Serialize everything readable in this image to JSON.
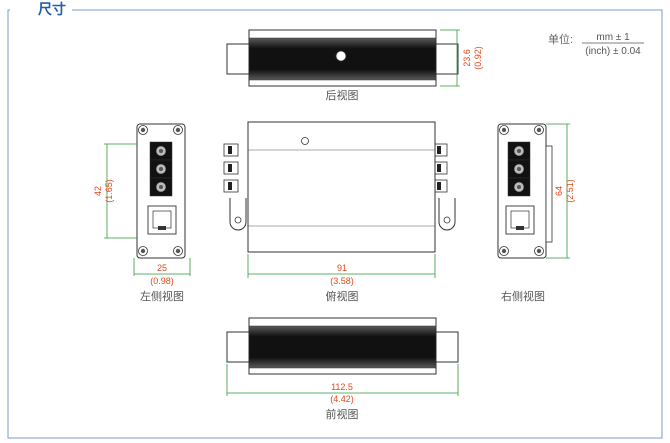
{
  "title": "尺寸",
  "units": {
    "prefix": "单位:",
    "numerator": "mm ± 1",
    "denominator": "(inch) ± 0.04"
  },
  "views": {
    "rear": "后视图",
    "left": "左侧视图",
    "top": "俯视图",
    "right": "右侧视图",
    "front": "前视图"
  },
  "dimensions": {
    "rear_height": {
      "mm": "23.6",
      "inch": "(0.92)"
    },
    "left_height": {
      "mm": "42",
      "inch": "(1.65)"
    },
    "left_width": {
      "mm": "25",
      "inch": "(0.98)"
    },
    "top_width": {
      "mm": "91",
      "inch": "(3.58)"
    },
    "right_height": {
      "mm": "64",
      "inch": "(2.51)"
    },
    "front_width": {
      "mm": "112.5",
      "inch": "(4.42)"
    }
  },
  "colors": {
    "title": "#1f5fa8",
    "frame": "#7a9ccf",
    "dimension_text": "#e04a1e",
    "dimension_line": "#2a9a3a",
    "outline": "#333333"
  }
}
